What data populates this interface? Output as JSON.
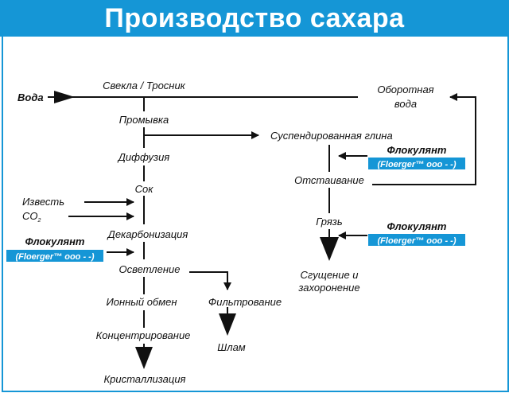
{
  "title": "Производство сахара",
  "colors": {
    "accent": "#1596d6",
    "ink": "#111111",
    "background": "#ffffff"
  },
  "nodes": {
    "voda": "Вода",
    "svekla": "Свекла / Тросник",
    "oborotnaya_1": "Оборотная",
    "oborotnaya_2": "вода",
    "promyvka": "Промывка",
    "suspend": "Суспендированная глина",
    "diffuziya": "Диффузия",
    "flok_1": "Флокулянт",
    "flok_box_1": "(Floerger™ ooo - -)",
    "otstaivanie": "Отстаивание",
    "izvest": "Известь",
    "co2": "CO",
    "co2_sub": "2",
    "sok": "Сок",
    "gryaz": "Грязь",
    "flok_2": "Флокулянт",
    "flok_box_2": "(Floerger™ ooo - -)",
    "dekarb": "Декарбонизация",
    "flok_3": "Флокулянт",
    "flok_box_3": "(Floerger™ ooo - -)",
    "osvetlenie": "Осветление",
    "sgushenie_1": "Сгущение и",
    "sgushenie_2": "захоронение",
    "ionny": "Ионный обмен",
    "filtrovanie": "Фильтрование",
    "koncentr": "Концентрирование",
    "shlam": "Шлам",
    "kristall": "Кристаллизация"
  }
}
